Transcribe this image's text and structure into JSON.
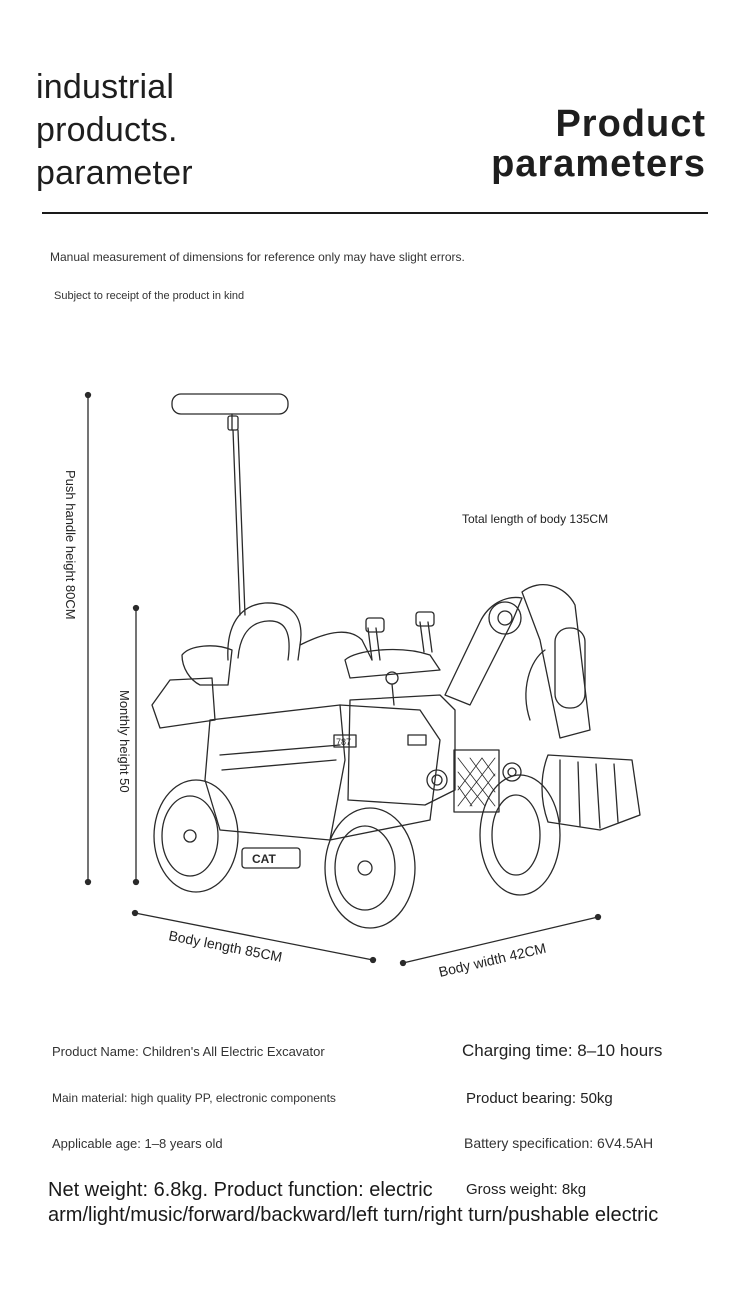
{
  "header": {
    "left_title": "industrial\nproducts.\nparameter",
    "right_title_line1": "Product",
    "right_title_line2": "parameters"
  },
  "notes": {
    "line1": "Manual measurement of dimensions for reference only may have slight errors.",
    "line2": "Subject to receipt of the product in kind"
  },
  "dimensions": {
    "push_handle": "Push handle height 80CM",
    "monthly_height": "Monthly height 50",
    "total_length": "Total length of body 135CM",
    "body_length": "Body length 85CM",
    "body_width": "Body width 42CM"
  },
  "vehicle": {
    "plate": "CAT",
    "model_badge": "787"
  },
  "specs": {
    "product_name": "Product Name: Children's All Electric Excavator",
    "charging_time": "Charging time: 8–10 hours",
    "main_material": "Main material: high quality PP, electronic components",
    "product_bearing": "Product bearing: 50kg",
    "applicable_age": "Applicable age: 1–8 years old",
    "battery": "Battery specification: 6V4.5AH",
    "net_weight": "Net weight: 6.8kg. Product function: electric arm/light/music/forward/backward/left turn/right turn/pushable electric",
    "gross_weight": "Gross weight: 8kg"
  },
  "colors": {
    "text": "#1a1a1a",
    "line": "#2a2a2a"
  }
}
